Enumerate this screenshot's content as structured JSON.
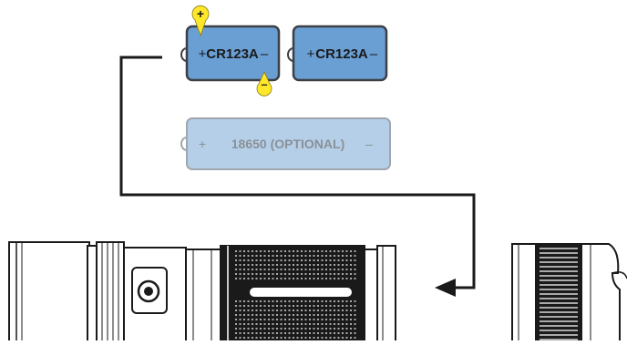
{
  "batteries": {
    "cell_a": {
      "plus": "+",
      "model": "CR123A",
      "minus": "–"
    },
    "cell_b": {
      "plus": "+",
      "model": "CR123A",
      "minus": "–"
    },
    "optional_cell": {
      "plus": "+",
      "model": "18650 (OPTIONAL)",
      "minus": "–"
    }
  },
  "polarity_markers": {
    "positive": "+",
    "negative": "–"
  },
  "colors": {
    "battery_fill": "#6a9fd4",
    "battery_fill_light": "#b5cfe9",
    "battery_stroke": "#3d3f45",
    "battery_stroke_light": "#a0a6ae",
    "marker_yellow": "#ffe82a",
    "line": "#1a1a1a"
  }
}
